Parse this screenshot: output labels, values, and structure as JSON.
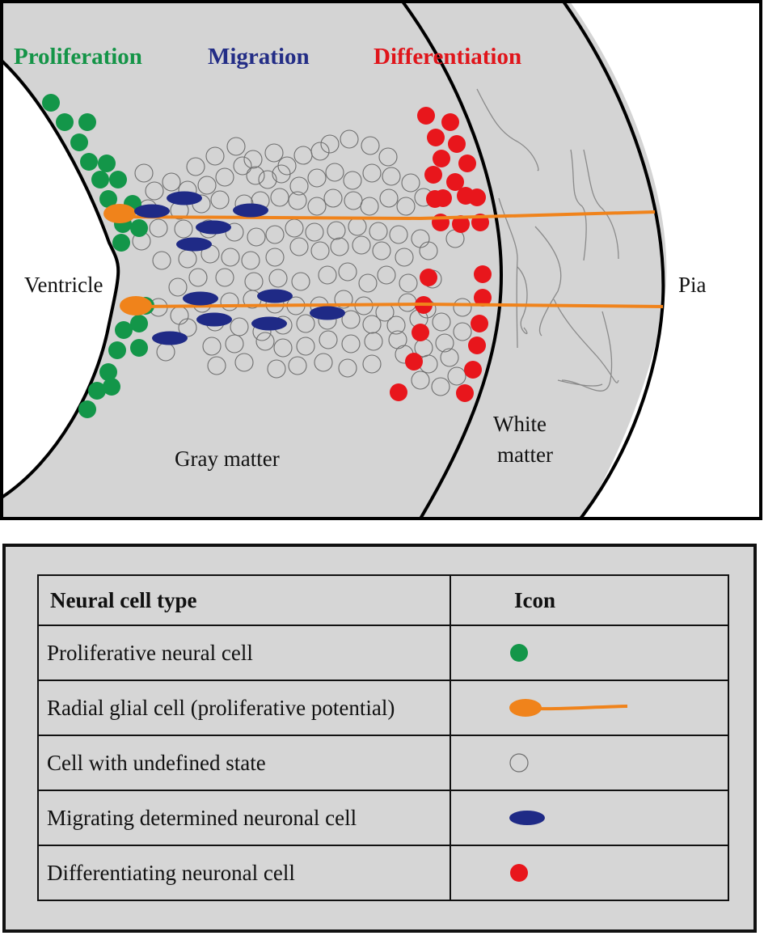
{
  "diagram": {
    "phases": [
      {
        "label": "Proliferation",
        "color": "#149447"
      },
      {
        "label": "Migration",
        "color": "#232d86"
      },
      {
        "label": "Differentiation",
        "color": "#e0151b"
      }
    ],
    "regions": {
      "ventricle": "Ventricle",
      "gray_matter": "Gray matter",
      "white_matter_line1": "White",
      "white_matter_line2": "matter",
      "pia": "Pia"
    },
    "colors": {
      "tissue": "#d4d4d4",
      "proliferative": "#139649",
      "radial_glial": "#f0831b",
      "migrating": "#1f2a86",
      "differentiating": "#e8161c",
      "undefined_outline": "#6e6e6e",
      "fiber": "#8a8a8a"
    }
  },
  "legend": {
    "headers": {
      "type": "Neural cell type",
      "icon": "Icon"
    },
    "rows": [
      {
        "label": "Proliferative neural cell",
        "icon": "green-dot-icon"
      },
      {
        "label": "Radial glial cell (proliferative potential)",
        "icon": "radial-glial-icon"
      },
      {
        "label": "Cell with  undefined state",
        "icon": "open-circle-icon"
      },
      {
        "label": "Migrating determined neuronal cell",
        "icon": "blue-ellipse-icon"
      },
      {
        "label": "Differentiating neuronal cell",
        "icon": "red-dot-icon"
      }
    ]
  }
}
